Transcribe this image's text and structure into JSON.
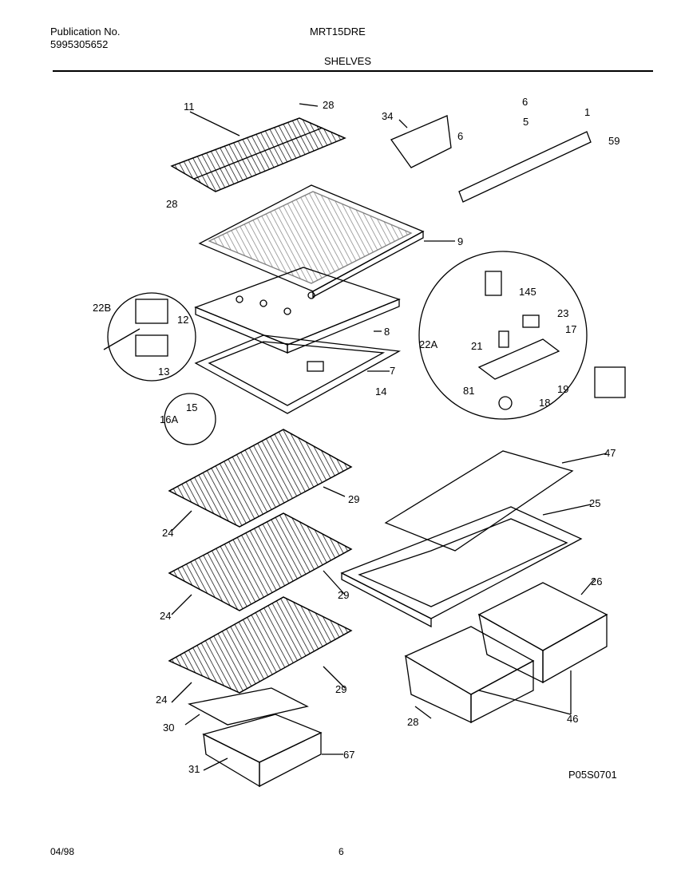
{
  "header": {
    "publication_label": "Publication No.",
    "publication_number": "5995305652",
    "model": "MRT15DRE",
    "section": "SHELVES"
  },
  "footer": {
    "date": "04/98",
    "page": "6",
    "drawing_code": "P05S0701"
  },
  "callouts": [
    "11",
    "28",
    "28",
    "34",
    "6",
    "6",
    "5",
    "1",
    "59",
    "9",
    "22B",
    "12",
    "13",
    "8",
    "7",
    "14",
    "145",
    "23",
    "17",
    "22A",
    "21",
    "19",
    "81",
    "18",
    "15",
    "16A",
    "47",
    "25",
    "29",
    "24",
    "29",
    "24",
    "26",
    "29",
    "24",
    "28",
    "46",
    "30",
    "31",
    "67"
  ],
  "colors": {
    "ink": "#000000",
    "paper": "#ffffff"
  }
}
